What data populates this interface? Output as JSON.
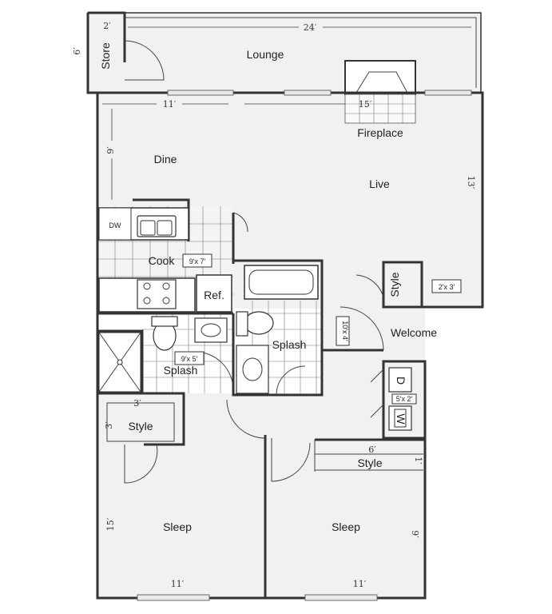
{
  "rooms": {
    "lounge": "Lounge",
    "store": "Store",
    "fireplace": "Fireplace",
    "dine": "Dine",
    "live": "Live",
    "cook": "Cook",
    "ref": "Ref.",
    "splash_1": "Splash",
    "splash_2": "Splash",
    "style_hall": "Style",
    "welcome": "Welcome",
    "style_left": "Style",
    "style_right": "Style",
    "sleep_left": "Sleep",
    "sleep_right": "Sleep",
    "dryer": "D",
    "washer": "W",
    "dishwasher": "DW"
  },
  "dimensions": {
    "lounge_width": "24′",
    "store_width": "2′",
    "store_depth": "6′",
    "dine_width": "11′",
    "dine_depth": "9′",
    "live_width": "15′",
    "live_depth": "13′",
    "cook": "9′x 7′",
    "splash": "9′x 5′",
    "closet_hall": "2′x 3′",
    "welcome": "10′x 4′",
    "laundry": "5′x 2′",
    "style_left_width": "3′",
    "style_left_depth": "3′",
    "style_right_width": "6′",
    "style_right_depth": "1′",
    "sleep_left_depth": "15′",
    "sleep_left_width": "11′",
    "sleep_right_width": "11′",
    "sleep_right_depth": "9′"
  }
}
